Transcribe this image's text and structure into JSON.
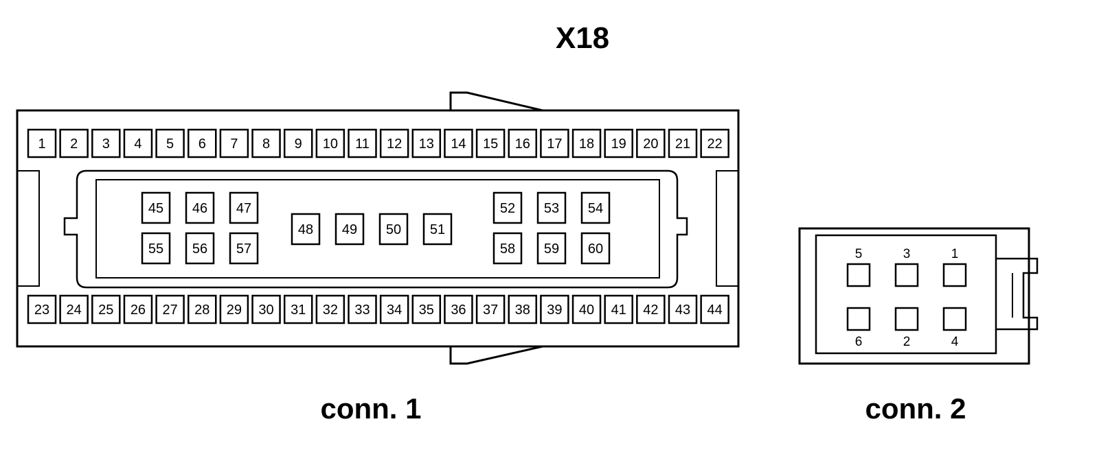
{
  "title": "X18",
  "connectors": [
    {
      "label": "conn. 1",
      "top_row": [
        "1",
        "2",
        "3",
        "4",
        "5",
        "6",
        "7",
        "8",
        "9",
        "10",
        "11",
        "12",
        "13",
        "14",
        "15",
        "16",
        "17",
        "18",
        "19",
        "20",
        "21",
        "22"
      ],
      "bottom_row": [
        "23",
        "24",
        "25",
        "26",
        "27",
        "28",
        "29",
        "30",
        "31",
        "32",
        "33",
        "34",
        "35",
        "36",
        "37",
        "38",
        "39",
        "40",
        "41",
        "42",
        "43",
        "44"
      ],
      "inner_left_top": [
        "45",
        "46",
        "47"
      ],
      "inner_left_bottom": [
        "55",
        "56",
        "57"
      ],
      "inner_middle": [
        "48",
        "49",
        "50",
        "51"
      ],
      "inner_right_top": [
        "52",
        "53",
        "54"
      ],
      "inner_right_bottom": [
        "58",
        "59",
        "60"
      ]
    },
    {
      "label": "conn. 2",
      "top_labels": [
        "5",
        "3",
        "1"
      ],
      "bottom_labels": [
        "6",
        "2",
        "4"
      ]
    }
  ]
}
